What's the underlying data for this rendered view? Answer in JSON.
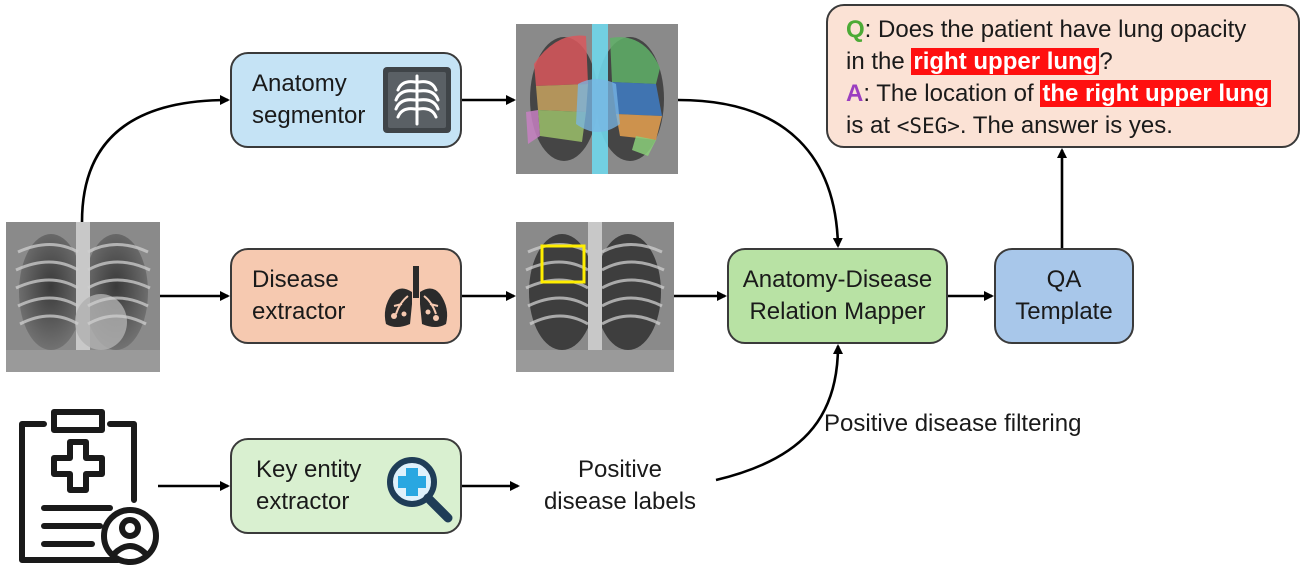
{
  "boxes": {
    "anatomy_segmentor": "Anatomy\nsegmentor",
    "disease_extractor": "Disease\nextractor",
    "key_entity_extractor": "Key entity\nextractor",
    "relation_mapper": "Anatomy-Disease\nRelation Mapper",
    "qa_template": "QA\nTemplate"
  },
  "labels": {
    "positive_disease_labels": "Positive\ndisease labels",
    "positive_disease_filtering": "Positive disease filtering"
  },
  "qa": {
    "q_tag": "Q",
    "q_text_1": ": Does the patient have lung opacity",
    "q_text_2": "in the ",
    "q_highlight": "right upper lung",
    "q_text_3": "?",
    "a_tag": "A",
    "a_text_1": ": The location of ",
    "a_highlight": "the right upper lung",
    "a_text_2": "is at ",
    "a_seg": "<SEG>",
    "a_text_3": ".  The answer is yes."
  },
  "colors": {
    "anatomy_box": "#c5e3f5",
    "disease_box": "#f6c9b0",
    "entity_box": "#d9f0d0",
    "mapper_box": "#b8e2a4",
    "qa_box": "#a8c7ea",
    "qa_bubble": "#fbe2d5",
    "highlight": "#ff1010",
    "q_color": "#4caa36",
    "a_color": "#9b3ec0",
    "bbox_color": "#ffee00"
  },
  "icons": [
    "ribcage-xray-icon",
    "lungs-icon",
    "magnifier-plus-icon",
    "clinical-report-icon"
  ]
}
